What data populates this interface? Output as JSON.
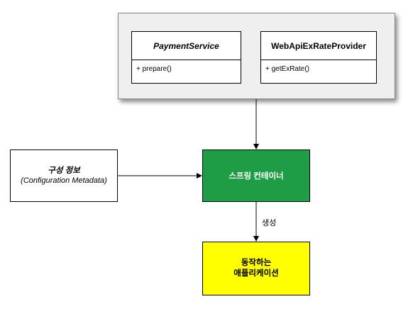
{
  "panel": {
    "classes": [
      {
        "name": "PaymentService",
        "method": "+ prepare()"
      },
      {
        "name": "WebApiExRateProvider",
        "method": "+ getExRate()"
      }
    ]
  },
  "config": {
    "title": "구성 정보",
    "subtitle": "(Configuration Metadata)"
  },
  "container": {
    "label": "스프링 컨테이너"
  },
  "application": {
    "line1": "동작하는",
    "line2": "애플리케이션"
  },
  "edges": {
    "create_label": "생성"
  },
  "colors": {
    "container": "#1f9d45",
    "application": "#ffff00",
    "panel": "#efefef"
  }
}
